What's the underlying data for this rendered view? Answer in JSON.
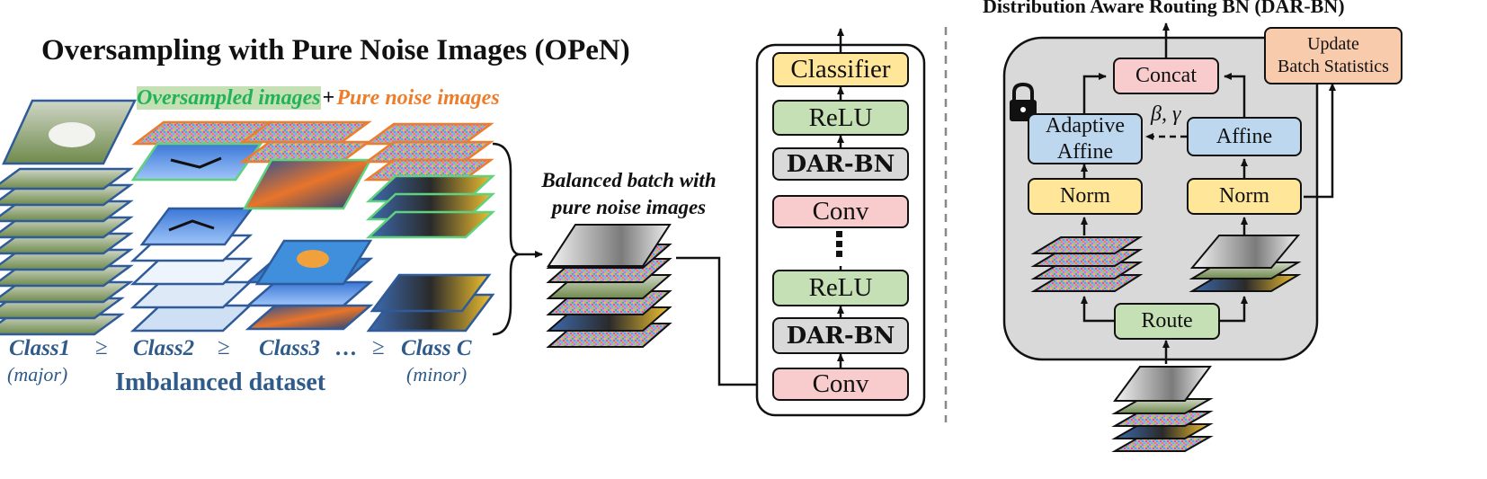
{
  "left_panel": {
    "title": "Oversampling with Pure Noise Images (OPeN)",
    "subtitle_oversampled": "Oversampled images",
    "subtitle_plus": "+",
    "subtitle_noise": "Pure noise images",
    "classes": [
      {
        "label": "Class1",
        "note": "(major)"
      },
      {
        "label": "Class2",
        "note": ""
      },
      {
        "label": "Class3",
        "note": ""
      },
      {
        "label": "Class C",
        "note": "(minor)"
      }
    ],
    "geq": "≥",
    "ellipsis": "…",
    "dataset_label": "Imbalanced dataset",
    "batch_label_line1": "Balanced batch with",
    "batch_label_line2": "pure noise images"
  },
  "network": {
    "blocks": [
      {
        "label": "Classifier",
        "color": "#ffe699"
      },
      {
        "label": "ReLU",
        "color": "#c5e0b4"
      },
      {
        "label": "DAR-BN",
        "color": "#d9d9d9"
      },
      {
        "label": "Conv",
        "color": "#f8cbcc"
      },
      {
        "label": "ReLU",
        "color": "#c5e0b4"
      },
      {
        "label": "DAR-BN",
        "color": "#d9d9d9"
      },
      {
        "label": "Conv",
        "color": "#f8cbcc"
      }
    ]
  },
  "dar_bn": {
    "title": "Distribution Aware Routing BN (DAR-BN)",
    "concat": "Concat",
    "update_line1": "Update",
    "update_line2": "Batch Statistics",
    "adaptive_line1": "Adaptive",
    "adaptive_line2": "Affine",
    "affine": "Affine",
    "norm_left": "Norm",
    "norm_right": "Norm",
    "route": "Route",
    "params": "β, γ",
    "lock_icon": "lock-icon"
  },
  "colors": {
    "class_text": "#2f5b8a",
    "oversampled": "#22b35a",
    "noise": "#ee7d2b",
    "frame_blue": "#2f5b9a",
    "frame_green": "#5fd17f",
    "panel_gray": "#d9d9d9"
  }
}
